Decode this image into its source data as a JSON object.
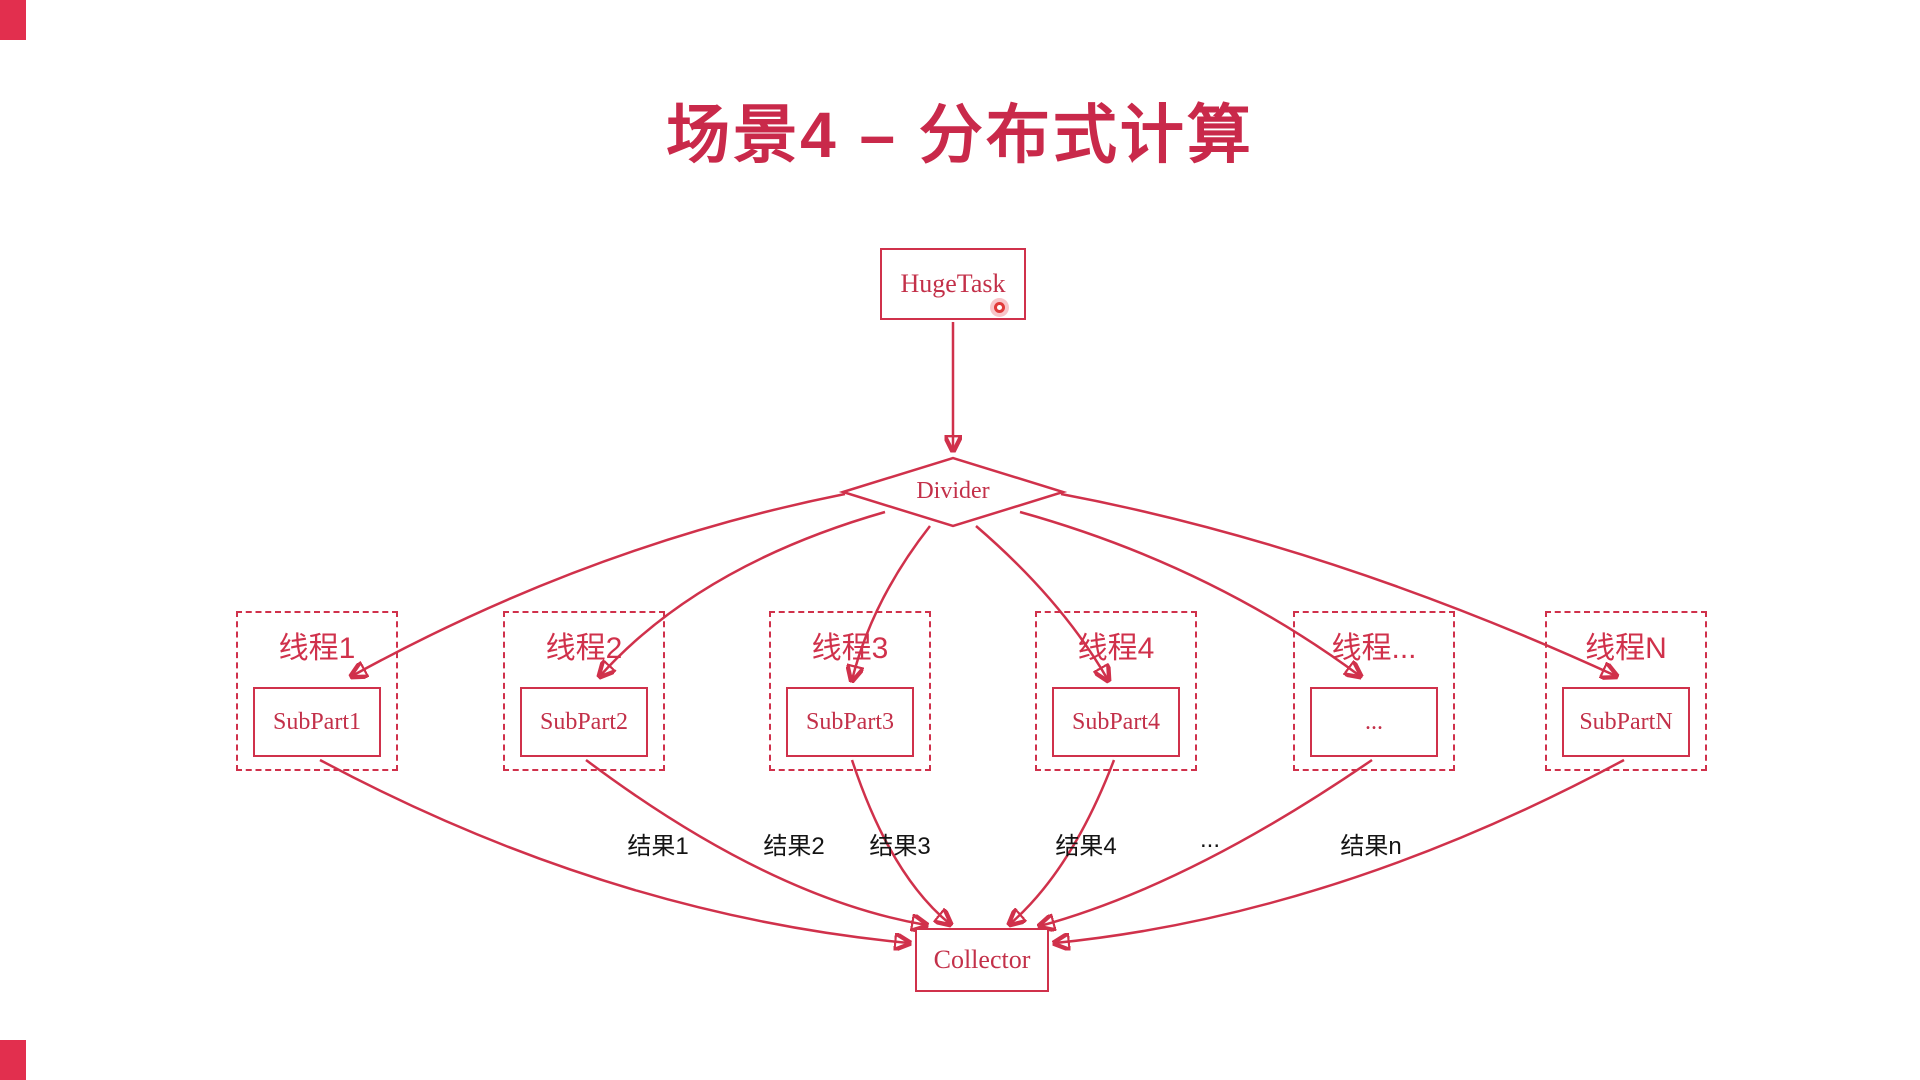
{
  "page": {
    "title": "场景4 – 分布式计算"
  },
  "diagram": {
    "hugetask_label": "HugeTask",
    "divider_label": "Divider",
    "collector_label": "Collector",
    "threads": [
      {
        "label": "线程1",
        "subpart": "SubPart1",
        "result": "结果1"
      },
      {
        "label": "线程2",
        "subpart": "SubPart2",
        "result": "结果2"
      },
      {
        "label": "线程3",
        "subpart": "SubPart3",
        "result": "结果3"
      },
      {
        "label": "线程4",
        "subpart": "SubPart4",
        "result": "结果4"
      },
      {
        "label": "线程...",
        "subpart": "...",
        "result": "..."
      },
      {
        "label": "线程N",
        "subpart": "SubPartN",
        "result": "结果n"
      }
    ],
    "colors": {
      "accent": "#d0314b",
      "title": "#c9294a",
      "result_text": "#141414",
      "background": "#ffffff",
      "corner_marker": "#e22f4e"
    }
  }
}
